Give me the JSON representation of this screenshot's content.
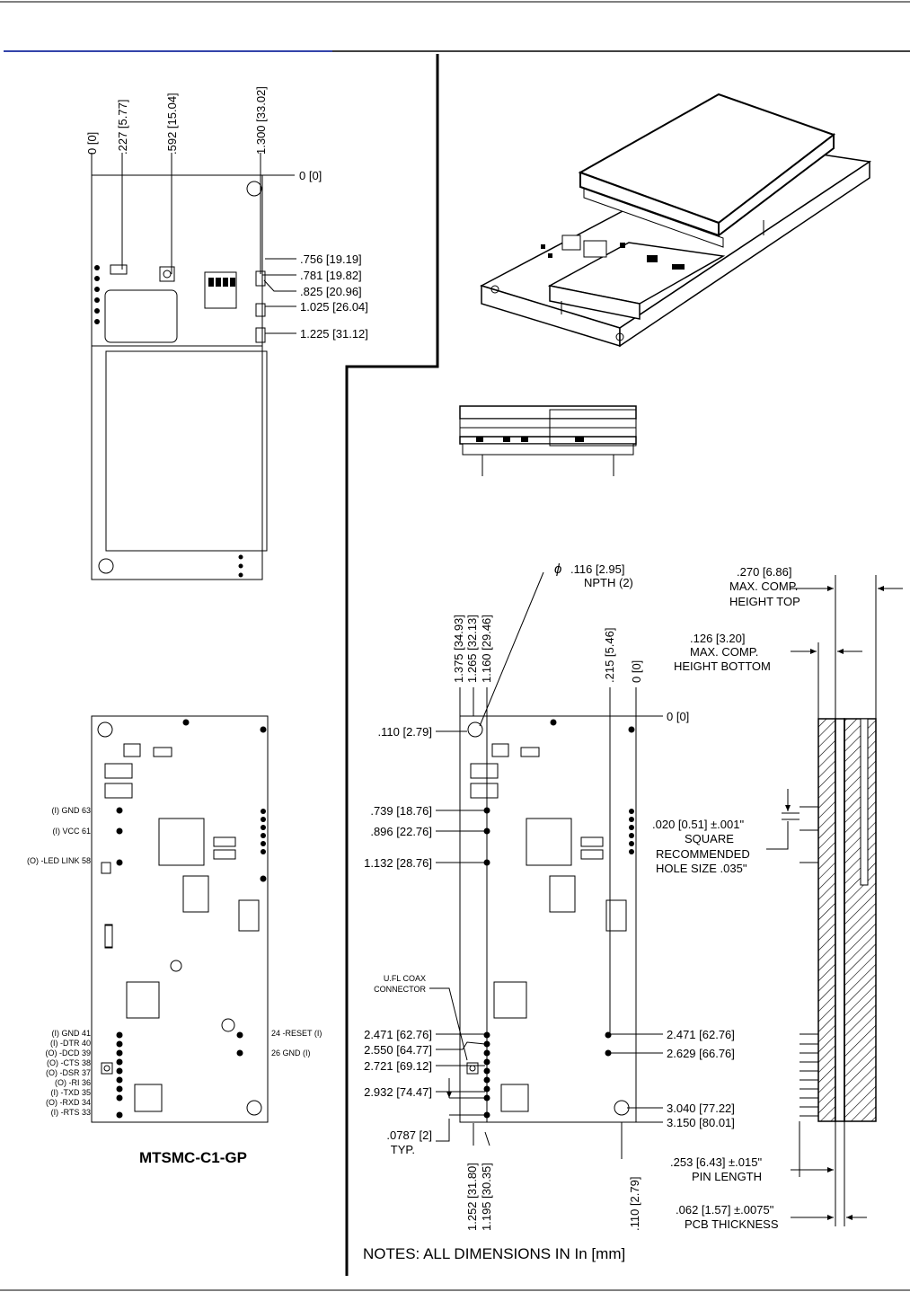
{
  "top_view": {
    "top_dims": [
      ".227 [5.77]",
      ".592 [15.04]",
      "1.300 [33.02]"
    ],
    "zero_x": "0 [0]",
    "zero_y": "0 [0]",
    "right_dims": [
      ".756 [19.19]",
      ".781 [19.82]",
      ".825 [20.96]",
      "1.025 [26.04]",
      "1.225 [31.12]"
    ]
  },
  "bottom_view": {
    "title": "MTSMC-C1-GP",
    "left_pins_top": [
      "(I) GND  63",
      "(I) VCC  61",
      "(O) -LED LINK  58"
    ],
    "left_pins_bottom": [
      "(I) GND  41",
      "(I) -DTR  40",
      "(O) -DCD  39",
      "(O) -CTS  38",
      "(O) -DSR  37",
      "(O) -RI  36",
      "(I) -TXD  35",
      "(O) -RXD  34",
      "(I) -RTS  33"
    ],
    "right_pins": [
      "24  -RESET (I)",
      "26  GND (I)"
    ]
  },
  "dim_view": {
    "hole_label": ".116 [2.95]",
    "hole_label2": "NPTH (2)",
    "top_dims": [
      "1.375 [34.93]",
      "1.265 [32.13]",
      "1.160 [29.46]",
      ".215 [5.46]"
    ],
    "zero_x": "0 [0]",
    "zero_y": "0 [0]",
    "left_dims": [
      ".110 [2.79]",
      ".739 [18.76]",
      ".896 [22.76]",
      "1.132 [28.76]",
      "2.471 [62.76]",
      "2.550 [64.77]",
      "2.721 [69.12]",
      "2.932 [74.47]"
    ],
    "coax_label": [
      "U.FL COAX",
      "CONNECTOR"
    ],
    "pitch_label": [
      ".0787 [2]",
      "TYP."
    ],
    "right_dims": [
      "2.471 [62.76]",
      "2.629 [66.76]",
      "3.040 [77.22]",
      "3.150 [80.01]"
    ],
    "bottom_dims": [
      "1.252 [31.80]",
      "1.195 [30.35]",
      ".110 [2.79]"
    ],
    "notes": "NOTES: ALL DIMENSIONS IN In [mm]"
  },
  "side_view": {
    "comp_top": [
      ".270 [6.86]",
      "MAX. COMP.",
      "HEIGHT TOP"
    ],
    "comp_bottom": [
      ".126 [3.20]",
      "MAX. COMP.",
      "HEIGHT BOTTOM"
    ],
    "pin_square": [
      ".020 [0.51] ±.001\"",
      "SQUARE",
      "RECOMMENDED",
      "HOLE SIZE .035\""
    ],
    "pin_length": [
      ".253 [6.43]  ±.015\"",
      "PIN LENGTH"
    ],
    "pcb_thickness": [
      ".062 [1.57]  ±.0075\"",
      "PCB THICKNESS"
    ]
  }
}
